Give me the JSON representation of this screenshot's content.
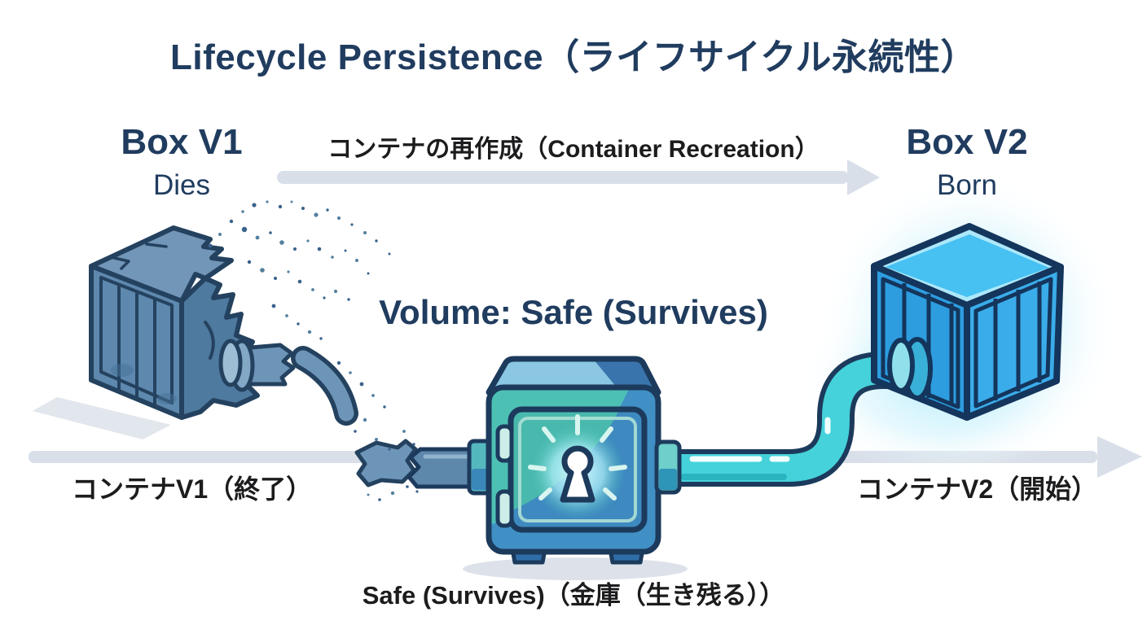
{
  "title": "Lifecycle Persistence（ライフサイクル永続性）",
  "recreation_arrow": {
    "label": "コンテナの再作成（Container Recreation）"
  },
  "box_v1": {
    "name": "Box V1",
    "state": "Dies",
    "timeline_label": "コンテナV1（終了）"
  },
  "box_v2": {
    "name": "Box V2",
    "state": "Born",
    "timeline_label": "コンテナV2（開始）"
  },
  "volume": {
    "label": "Volume: Safe (Survives)",
    "caption": "Safe (Survives)（金庫（生き残る））"
  },
  "icons": {
    "dying_container": "broken-container-icon",
    "broken_pipe": "broken-pipe-icon",
    "safe": "safe-vault-icon",
    "keyhole": "keyhole-icon",
    "data_pipe": "pipe-icon",
    "new_container": "glowing-container-icon",
    "recreation_arrow": "right-arrow-icon",
    "timeline_arrow": "right-arrow-icon"
  },
  "colors": {
    "ink": "#203c5f",
    "label_black": "#1c1c1e",
    "arrow_gray": "#d8dfe9",
    "outline_navy": "#1c3a5c",
    "dying_crate_fill": "#5e88ad",
    "new_crate_fill": "#2d9de0",
    "new_crate_top": "#47c0f2",
    "glow_cyan": "#c3eefb",
    "safe_teal": "#4dc0b4",
    "safe_blue": "#4090c5",
    "pipe_cyan": "#45d2da",
    "shadow_gray": "#dde2ea"
  }
}
